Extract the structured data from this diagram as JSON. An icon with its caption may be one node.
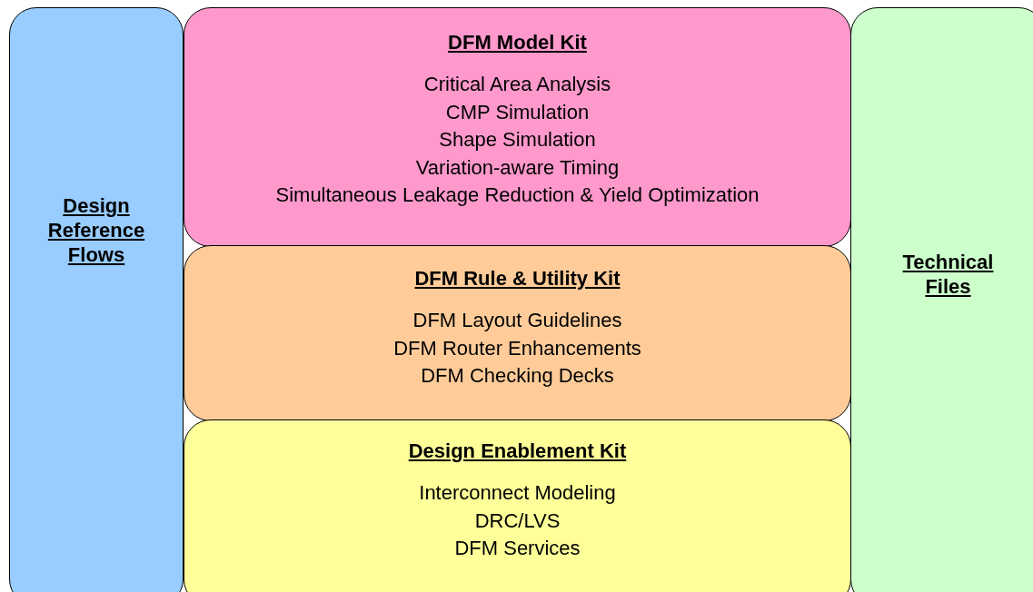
{
  "diagram": {
    "nodes": [
      {
        "text": [
          "Design Reference Flows"
        ]
      },
      {
        "text": [
          "DFM Model Kit",
          "Critical Area Analysis",
          "CMP Simulation",
          "Shape Simulation",
          "Variation-aware Timing",
          "Simultaneous Leakage Reduction & Yield Optimization"
        ]
      },
      {
        "text": [
          "DFM Rule & Utility Kit",
          "DFM Layout Guidelines",
          "DFM Router Enhancements",
          "DFM Checking Decks"
        ]
      },
      {
        "text": [
          "Design Enablement Kit",
          "Interconnect Modeling",
          "DRC/LVS",
          "DFM Services"
        ]
      },
      {
        "text": [
          "Technical Files"
        ]
      }
    ]
  }
}
